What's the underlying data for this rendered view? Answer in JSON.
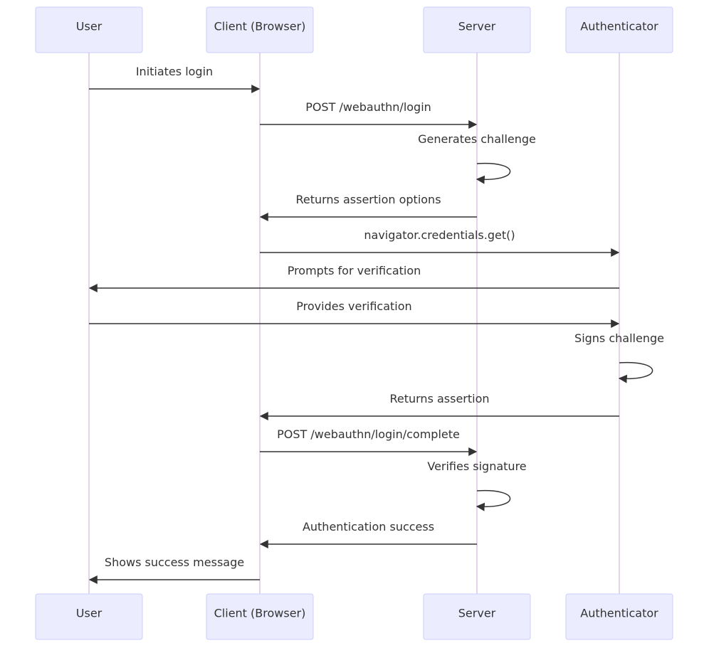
{
  "actors": [
    {
      "id": "user",
      "label": "User"
    },
    {
      "id": "client",
      "label": "Client (Browser)"
    },
    {
      "id": "server",
      "label": "Server"
    },
    {
      "id": "auth",
      "label": "Authenticator"
    }
  ],
  "messages": [
    {
      "from": "user",
      "to": "client",
      "label": "Initiates login"
    },
    {
      "from": "client",
      "to": "server",
      "label": "POST /webauthn/login"
    },
    {
      "from": "server",
      "to": "server",
      "label": "Generates challenge"
    },
    {
      "from": "server",
      "to": "client",
      "label": "Returns assertion options"
    },
    {
      "from": "client",
      "to": "auth",
      "label": "navigator.credentials.get()"
    },
    {
      "from": "auth",
      "to": "user",
      "label": "Prompts for verification"
    },
    {
      "from": "user",
      "to": "auth",
      "label": "Provides verification"
    },
    {
      "from": "auth",
      "to": "auth",
      "label": "Signs challenge"
    },
    {
      "from": "auth",
      "to": "client",
      "label": "Returns assertion"
    },
    {
      "from": "client",
      "to": "server",
      "label": "POST /webauthn/login/complete"
    },
    {
      "from": "server",
      "to": "server",
      "label": "Verifies signature"
    },
    {
      "from": "server",
      "to": "client",
      "label": "Authentication success"
    },
    {
      "from": "client",
      "to": "user",
      "label": "Shows success message"
    }
  ]
}
